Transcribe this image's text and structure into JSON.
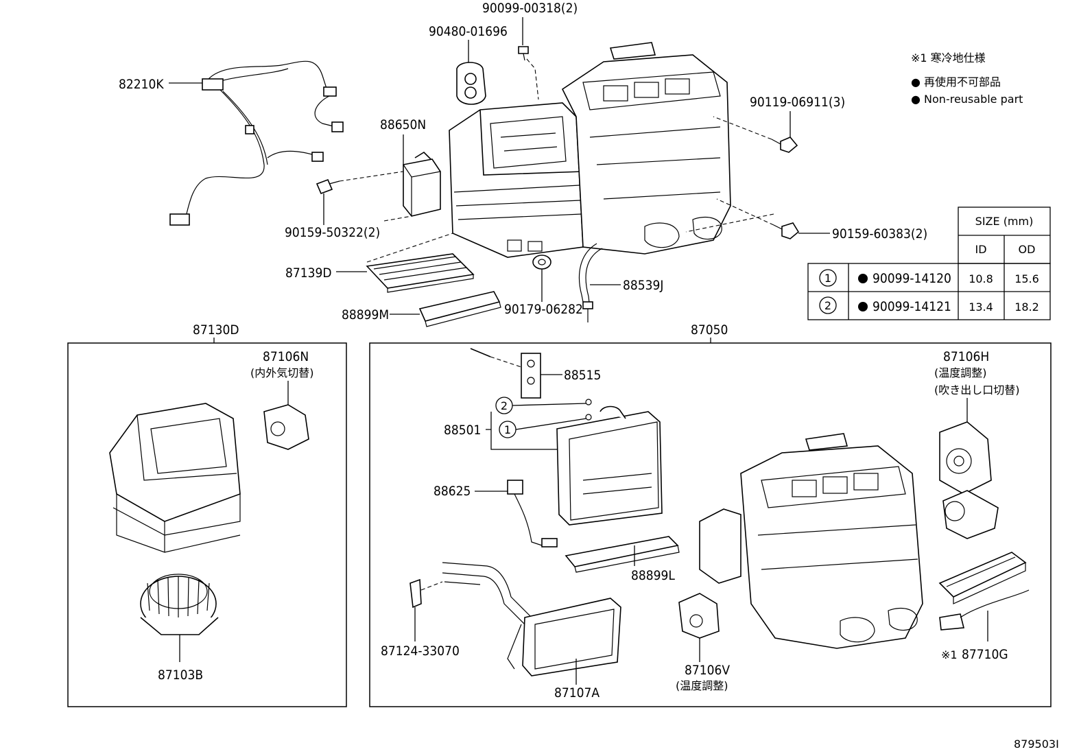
{
  "legend": {
    "note1": "※1 寒冷地仕様",
    "note2": "● 再使用不可部品",
    "note3": "● Non-reusable part"
  },
  "labels": {
    "p82210K": "82210K",
    "p90099_00318": "90099-00318(2)",
    "p90480_01696": "90480-01696",
    "p88650N": "88650N",
    "p90119_06911": "90119-06911(3)",
    "p90159_50322": "90159-50322(2)",
    "p90159_60383": "90159-60383(2)",
    "p87139D": "87139D",
    "p88899M": "88899M",
    "p90179_06282": "90179-06282",
    "p88539J": "88539J",
    "p87130D": "87130D",
    "p87050": "87050",
    "p87106N": "87106N",
    "p87106N_note": "(内外気切替)",
    "p87103B": "87103B",
    "p88515": "88515",
    "p88501": "88501",
    "p88625": "88625",
    "p88899L": "88899L",
    "p87124_33070": "87124-33070",
    "p87107A": "87107A",
    "p87106V": "87106V",
    "p87106V_note": "(温度調整)",
    "p87106H": "87106H",
    "p87106H_note1": "(温度調整)",
    "p87106H_note2": "(吹き出し口切替)",
    "p87710G": "87710G",
    "p87710G_prefix": "※1",
    "callout1": "1",
    "callout2": "2",
    "diagram_id": "879503I"
  },
  "size_table": {
    "header": "SIZE (mm)",
    "col_id": "ID",
    "col_od": "OD",
    "rows": [
      {
        "ref": "1",
        "part": "90099-14120",
        "id": "10.8",
        "od": "15.6"
      },
      {
        "ref": "2",
        "part": "90099-14121",
        "id": "13.4",
        "od": "18.2"
      }
    ]
  }
}
